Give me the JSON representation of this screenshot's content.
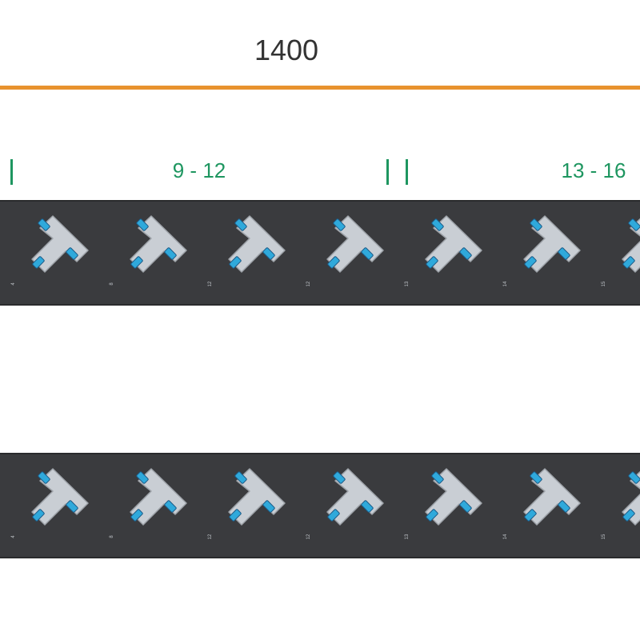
{
  "dimension": {
    "label": "1400",
    "line_color": "#E8922E",
    "text_color": "#333333"
  },
  "groups": {
    "labels": [
      "9 - 12",
      "13 - 16"
    ],
    "color": "#1E9660"
  },
  "strips": [
    {
      "name": "strip-top",
      "background": "#3A3B3E",
      "sockets": [
        {
          "number": "4"
        },
        {
          "number": "8"
        },
        {
          "number": "12"
        },
        {
          "number": "12"
        },
        {
          "number": "13"
        },
        {
          "number": "14"
        },
        {
          "number": "15"
        }
      ]
    },
    {
      "name": "strip-bottom",
      "background": "#3A3B3E",
      "sockets": [
        {
          "number": "4"
        },
        {
          "number": "8"
        },
        {
          "number": "12"
        },
        {
          "number": "12"
        },
        {
          "number": "13"
        },
        {
          "number": "14"
        },
        {
          "number": "15"
        }
      ]
    }
  ],
  "socket_style": {
    "icon": "t-shaped-outlet-icon",
    "plate_color": "#C9CED4",
    "slot_color": "#2FA9DB",
    "slot_border": "#1C5A86"
  }
}
